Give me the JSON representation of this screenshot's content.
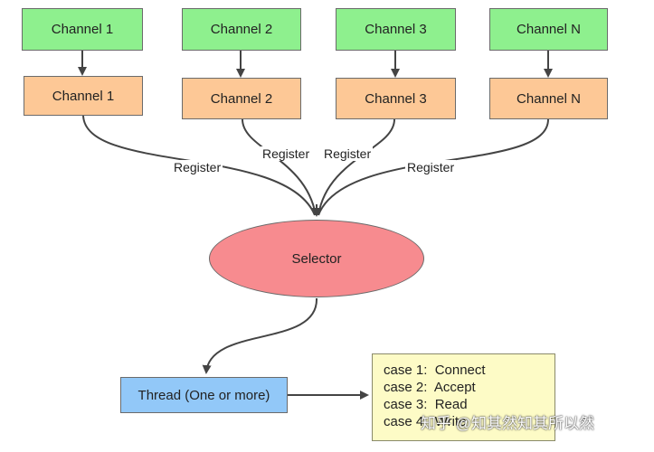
{
  "top_row": [
    "Channel 1",
    "Channel 2",
    "Channel 3",
    "Channel N"
  ],
  "mid_row": [
    "Channel 1",
    "Channel 2",
    "Channel 3",
    "Channel N"
  ],
  "register_labels": [
    "Register",
    "Register",
    "Register",
    "Register"
  ],
  "selector_label": "Selector",
  "thread_label": "Thread (One or more)",
  "cases": [
    "case 1:  Connect",
    "case 2:  Accept",
    "case 3:  Read",
    "case 4:  Write"
  ],
  "watermark": "知乎 @知其然知其所以然",
  "colors": {
    "top_box": "#8ef08e",
    "channel_box": "#fdc896",
    "selector": "#f78b8f",
    "thread_box": "#92c8f8",
    "note_box": "#fdfbc6",
    "arrow": "#444444"
  }
}
